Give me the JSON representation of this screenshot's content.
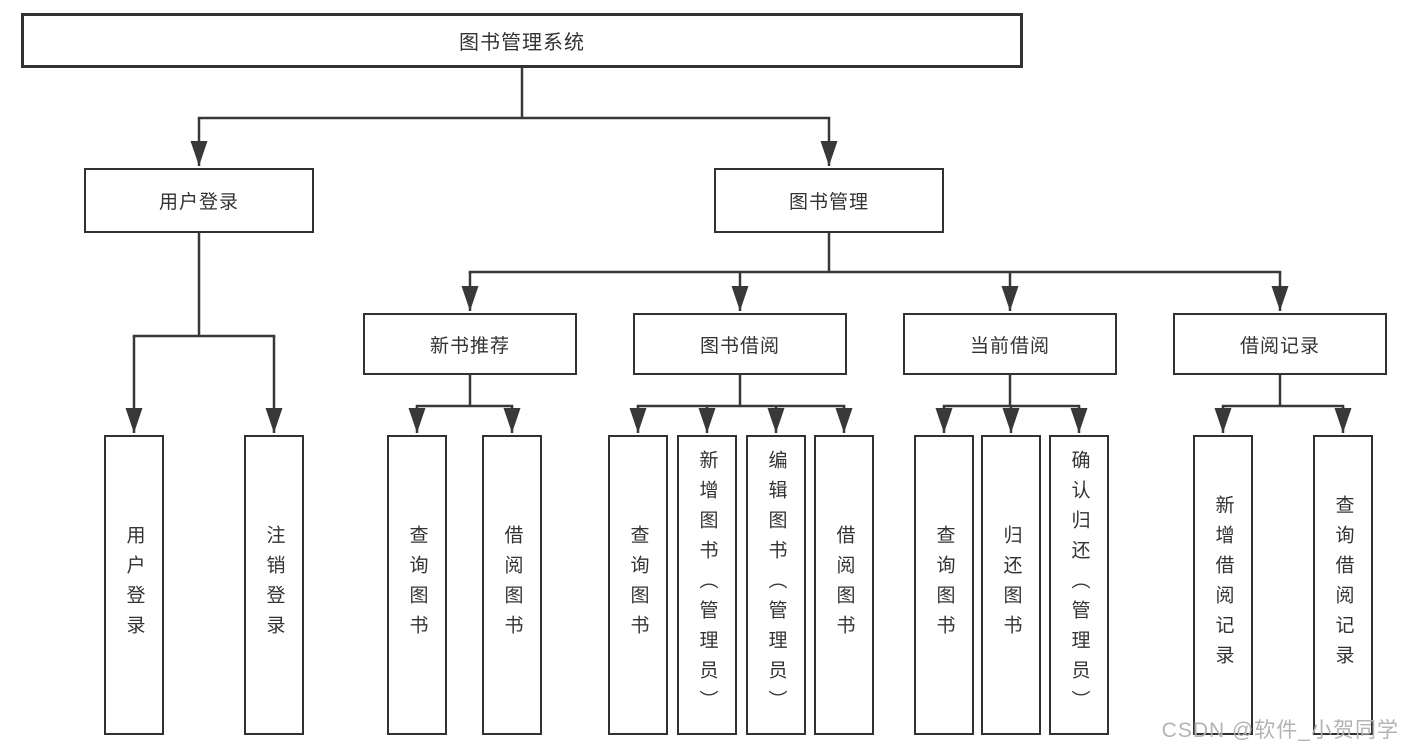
{
  "diagram": {
    "title": "图书管理系统",
    "root": {
      "label": "图书管理系统"
    },
    "level2": [
      {
        "id": "user-login",
        "label": "用户登录"
      },
      {
        "id": "book-management",
        "label": "图书管理"
      }
    ],
    "level3": [
      {
        "id": "new-book-recommend",
        "label": "新书推荐"
      },
      {
        "id": "book-borrow",
        "label": "图书借阅"
      },
      {
        "id": "current-borrow",
        "label": "当前借阅"
      },
      {
        "id": "borrow-records",
        "label": "借阅记录"
      }
    ],
    "leaves": {
      "user_login": [
        "用户登录",
        "注销登录"
      ],
      "new_book": [
        "查询图书",
        "借阅图书"
      ],
      "book_borrow": [
        "查询图书",
        "新增图书（管理员）",
        "编辑图书（管理员）",
        "借阅图书"
      ],
      "current_borrow": [
        "查询图书",
        "归还图书",
        "确认归还（管理员）"
      ],
      "borrow_records": [
        "新增借阅记录",
        "查询借阅记录"
      ]
    }
  },
  "watermark": "CSDN @软件_小贺同学",
  "colors": {
    "line": "#383838",
    "box_border": "#313131",
    "text": "#333333",
    "watermark": "#b3b3b3",
    "background": "#ffffff"
  }
}
